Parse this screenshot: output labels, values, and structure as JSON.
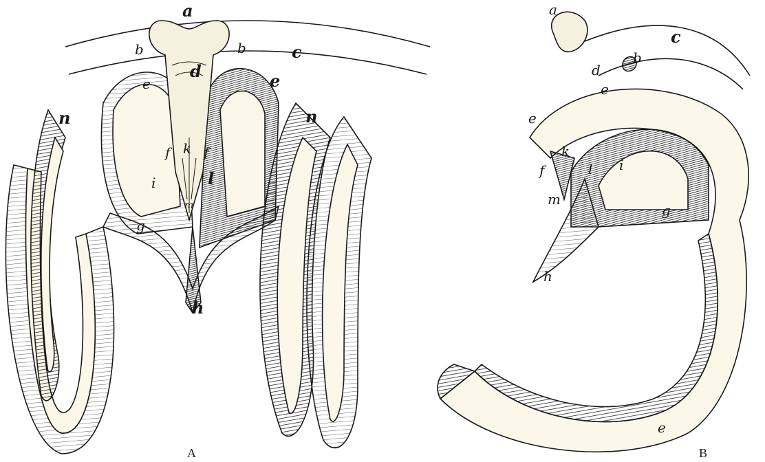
{
  "figure_a": {
    "caption": "A",
    "labels": {
      "a": "a",
      "b1": "b",
      "b2": "b",
      "c": "c",
      "d": "d",
      "e1": "e",
      "e2": "e",
      "n1": "n",
      "n2": "n",
      "f1": "f",
      "f2": "f",
      "k": "k",
      "l": "l",
      "m": "m",
      "i": "i",
      "g": "g",
      "h": "h"
    }
  },
  "figure_b": {
    "caption": "B",
    "labels": {
      "a": "a",
      "c": "c",
      "b": "b",
      "d": "d",
      "e1": "e",
      "e2": "e",
      "e3": "e",
      "f": "f",
      "k": "k",
      "l": "l",
      "i": "i",
      "m": "m",
      "g": "g",
      "h": "h"
    }
  }
}
